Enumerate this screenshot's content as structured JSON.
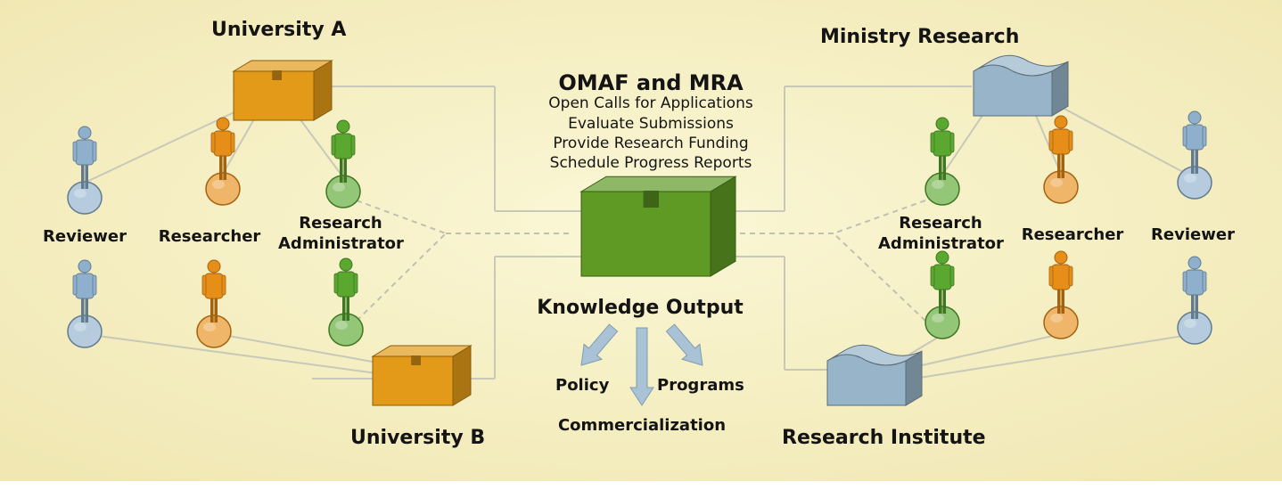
{
  "colors": {
    "background": "#f4eec0",
    "university": "#e39a18",
    "ministry": "#97b4c8",
    "hub": "#5e9a24",
    "researcher": "#e78e18",
    "administrator": "#5aa830",
    "reviewer": "#8eb0cc",
    "connector": "#c8c8b8"
  },
  "hub": {
    "title": "OMAF and MRA",
    "tasks": [
      "Open Calls for Applications",
      "Evaluate Submissions",
      "Provide Research Funding",
      "Schedule Progress Reports"
    ]
  },
  "organizations": {
    "university_a": "University A",
    "university_b": "University B",
    "ministry_research": "Ministry Research",
    "research_institute": "Research Institute"
  },
  "roles": {
    "reviewer": "Reviewer",
    "researcher": "Researcher",
    "administrator_line1": "Research",
    "administrator_line2": "Administrator"
  },
  "outputs": {
    "title": "Knowledge Output",
    "items": [
      "Policy",
      "Programs",
      "Commercialization"
    ]
  }
}
